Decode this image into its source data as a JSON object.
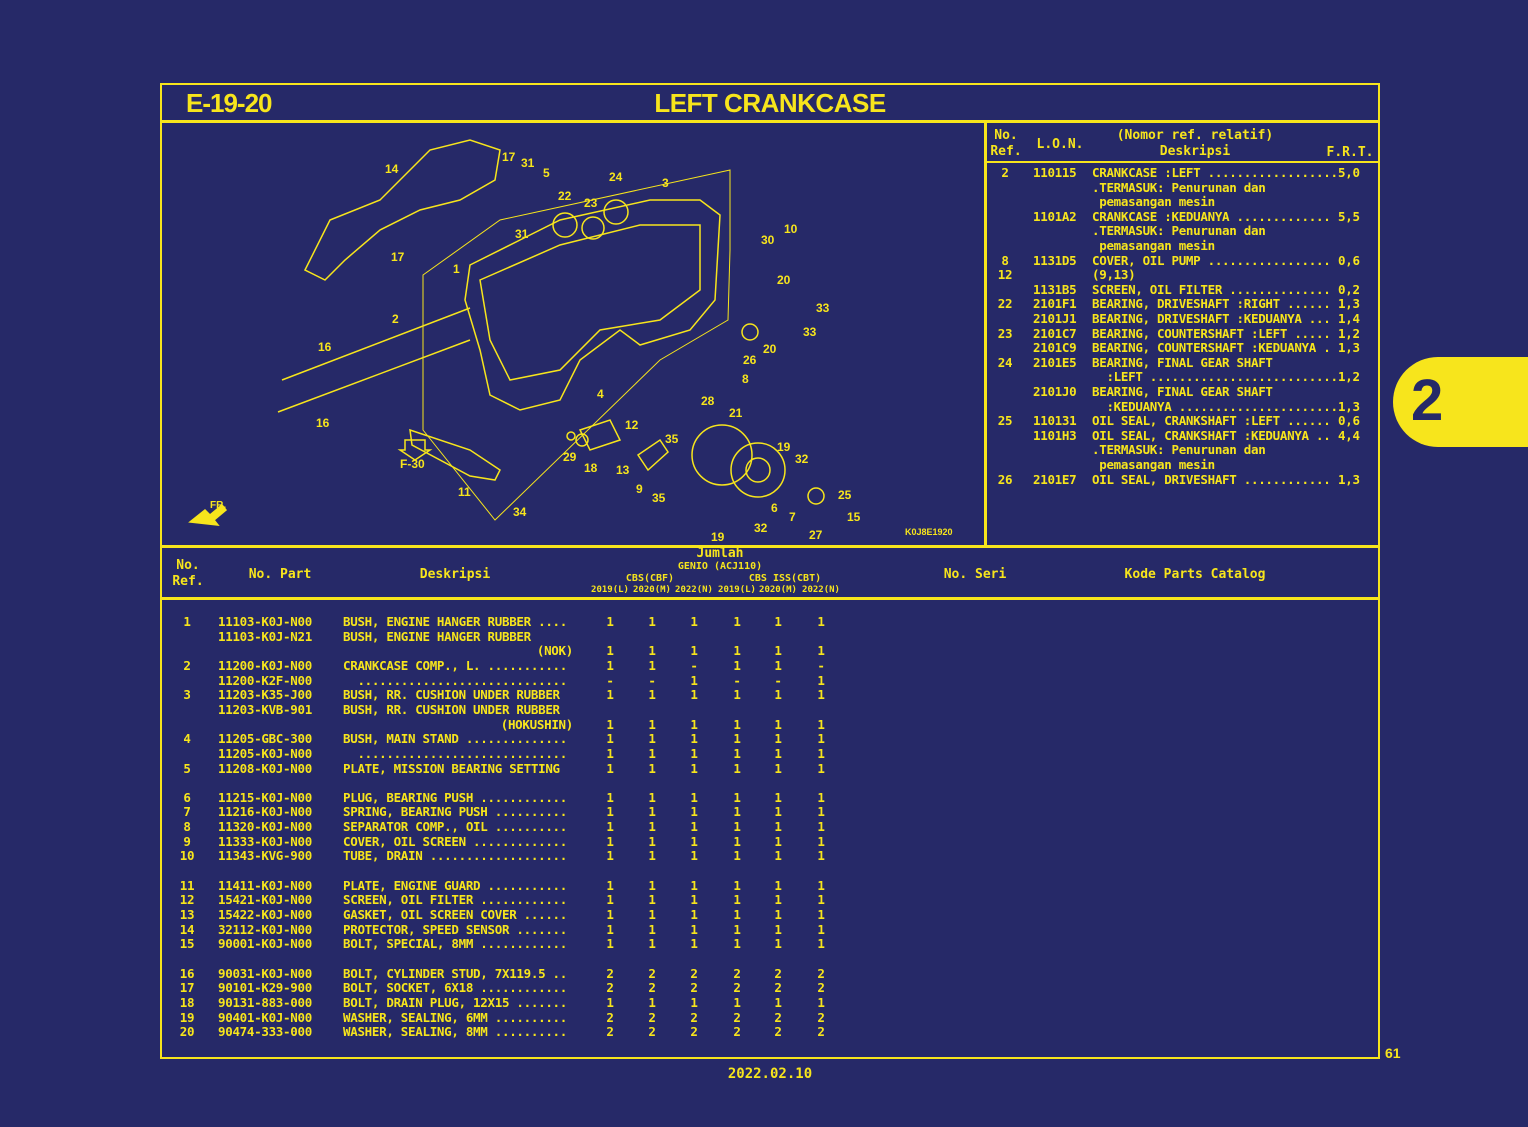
{
  "header": {
    "code": "E-19-20",
    "title": "LEFT CRANKCASE"
  },
  "side_tab": "2",
  "page_number": "61",
  "date": "2022.02.10",
  "diagram": {
    "callouts": [
      "14",
      "17",
      "31",
      "5",
      "24",
      "3",
      "22",
      "23",
      "31",
      "17",
      "10",
      "30",
      "1",
      "20",
      "33",
      "2",
      "33",
      "20",
      "26",
      "16",
      "16",
      "8",
      "4",
      "28",
      "21",
      "12",
      "35",
      "19",
      "32",
      "29",
      "18",
      "13",
      "9",
      "35",
      "F-30",
      "11",
      "25",
      "6",
      "7",
      "15",
      "34",
      "32",
      "27",
      "19"
    ],
    "figure_code": "K0J8E1920",
    "front_label": "FR."
  },
  "frt_table": {
    "headers": {
      "ref": "No.\nRef.",
      "lon": "L.O.N.",
      "desc": "(Nomor ref. relatif)\nDeskripsi",
      "frt": "F.R.T."
    },
    "lines": [
      {
        "ref": "2",
        "lon": "110115",
        "desc": "CRANKCASE :LEFT ..................",
        "frt": "5,0"
      },
      {
        "ref": "",
        "lon": "",
        "desc": ".TERMASUK: Penurunan dan",
        "frt": ""
      },
      {
        "ref": "",
        "lon": "",
        "desc": " pemasangan mesin",
        "frt": ""
      },
      {
        "ref": "",
        "lon": "1101A2",
        "desc": "CRANKCASE :KEDUANYA .............",
        "frt": "5,5"
      },
      {
        "ref": "",
        "lon": "",
        "desc": ".TERMASUK: Penurunan dan",
        "frt": ""
      },
      {
        "ref": "",
        "lon": "",
        "desc": " pemasangan mesin",
        "frt": ""
      },
      {
        "ref": "8",
        "lon": "1131D5",
        "desc": "COVER, OIL PUMP .................",
        "frt": "0,6"
      },
      {
        "ref": "12",
        "lon": "",
        "desc": "(9,13)",
        "frt": ""
      },
      {
        "ref": "",
        "lon": "1131B5",
        "desc": "SCREEN, OIL FILTER ..............",
        "frt": "0,2"
      },
      {
        "ref": "22",
        "lon": "2101F1",
        "desc": "BEARING, DRIVESHAFT :RIGHT ......",
        "frt": "1,3"
      },
      {
        "ref": "",
        "lon": "2101J1",
        "desc": "BEARING, DRIVESHAFT :KEDUANYA ...",
        "frt": "1,4"
      },
      {
        "ref": "23",
        "lon": "2101C7",
        "desc": "BEARING, COUNTERSHAFT :LEFT .....",
        "frt": "1,2"
      },
      {
        "ref": "",
        "lon": "2101C9",
        "desc": "BEARING, COUNTERSHAFT :KEDUANYA .",
        "frt": "1,3"
      },
      {
        "ref": "24",
        "lon": "2101E5",
        "desc": "BEARING, FINAL GEAR SHAFT",
        "frt": ""
      },
      {
        "ref": "",
        "lon": "",
        "desc": "  :LEFT ..........................",
        "frt": "1,2"
      },
      {
        "ref": "",
        "lon": "2101J0",
        "desc": "BEARING, FINAL GEAR SHAFT",
        "frt": ""
      },
      {
        "ref": "",
        "lon": "",
        "desc": "  :KEDUANYA ......................",
        "frt": "1,3"
      },
      {
        "ref": "25",
        "lon": "110131",
        "desc": "OIL SEAL, CRANKSHAFT :LEFT ......",
        "frt": "0,6"
      },
      {
        "ref": "",
        "lon": "1101H3",
        "desc": "OIL SEAL, CRANKSHAFT :KEDUANYA ..",
        "frt": "4,4"
      },
      {
        "ref": "",
        "lon": "",
        "desc": ".TERMASUK: Penurunan dan",
        "frt": ""
      },
      {
        "ref": "",
        "lon": "",
        "desc": " pemasangan mesin",
        "frt": ""
      },
      {
        "ref": "26",
        "lon": "2101E7",
        "desc": "OIL SEAL, DRIVESHAFT ............",
        "frt": "1,3"
      }
    ]
  },
  "parts_table": {
    "headers": {
      "ref": "No.\nRef.",
      "part": "No. Part",
      "desc": "Deskripsi",
      "qty": "Jumlah",
      "model": "GENIO (ACJ110)",
      "group1": "CBS(CBF)",
      "group2": "CBS ISS(CBT)",
      "years": [
        "2019(L)",
        "2020(M)",
        "2022(N)",
        "2019(L)",
        "2020(M)",
        "2022(N)"
      ],
      "serial": "No. Seri",
      "catalog": "Kode Parts Catalog"
    },
    "lines": [
      {
        "ref": "1",
        "part": "11103-K0J-N00",
        "desc": "BUSH, ENGINE HANGER RUBBER ....",
        "q": [
          "1",
          "1",
          "1",
          "1",
          "1",
          "1"
        ]
      },
      {
        "ref": "",
        "part": "11103-K0J-N21",
        "desc": "BUSH, ENGINE HANGER RUBBER",
        "q": null
      },
      {
        "ref": "",
        "part": "",
        "desc": "(NOK)",
        "right": true,
        "q": [
          "1",
          "1",
          "1",
          "1",
          "1",
          "1"
        ]
      },
      {
        "ref": "2",
        "part": "11200-K0J-N00",
        "desc": "CRANKCASE COMP., L. ...........",
        "q": [
          "1",
          "1",
          "-",
          "1",
          "1",
          "-"
        ]
      },
      {
        "ref": "",
        "part": "11200-K2F-N00",
        "desc": "  .............................",
        "q": [
          "-",
          "-",
          "1",
          "-",
          "-",
          "1"
        ]
      },
      {
        "ref": "3",
        "part": "11203-K35-J00",
        "desc": "BUSH, RR. CUSHION UNDER RUBBER",
        "q": [
          "1",
          "1",
          "1",
          "1",
          "1",
          "1"
        ]
      },
      {
        "ref": "",
        "part": "11203-KVB-901",
        "desc": "BUSH, RR. CUSHION UNDER RUBBER",
        "q": null
      },
      {
        "ref": "",
        "part": "",
        "desc": "(HOKUSHIN)",
        "right": true,
        "q": [
          "1",
          "1",
          "1",
          "1",
          "1",
          "1"
        ]
      },
      {
        "ref": "4",
        "part": "11205-GBC-300",
        "desc": "BUSH, MAIN STAND ..............",
        "q": [
          "1",
          "1",
          "1",
          "1",
          "1",
          "1"
        ]
      },
      {
        "ref": "",
        "part": "11205-K0J-N00",
        "desc": "  .............................",
        "q": [
          "1",
          "1",
          "1",
          "1",
          "1",
          "1"
        ]
      },
      {
        "ref": "5",
        "part": "11208-K0J-N00",
        "desc": "PLATE, MISSION BEARING SETTING",
        "q": [
          "1",
          "1",
          "1",
          "1",
          "1",
          "1"
        ]
      },
      {
        "blank": true
      },
      {
        "ref": "6",
        "part": "11215-K0J-N00",
        "desc": "PLUG, BEARING PUSH ............",
        "q": [
          "1",
          "1",
          "1",
          "1",
          "1",
          "1"
        ]
      },
      {
        "ref": "7",
        "part": "11216-K0J-N00",
        "desc": "SPRING, BEARING PUSH ..........",
        "q": [
          "1",
          "1",
          "1",
          "1",
          "1",
          "1"
        ]
      },
      {
        "ref": "8",
        "part": "11320-K0J-N00",
        "desc": "SEPARATOR COMP., OIL ..........",
        "q": [
          "1",
          "1",
          "1",
          "1",
          "1",
          "1"
        ]
      },
      {
        "ref": "9",
        "part": "11333-K0J-N00",
        "desc": "COVER, OIL SCREEN .............",
        "q": [
          "1",
          "1",
          "1",
          "1",
          "1",
          "1"
        ]
      },
      {
        "ref": "10",
        "part": "11343-KVG-900",
        "desc": "TUBE, DRAIN ...................",
        "q": [
          "1",
          "1",
          "1",
          "1",
          "1",
          "1"
        ]
      },
      {
        "blank": true
      },
      {
        "ref": "11",
        "part": "11411-K0J-N00",
        "desc": "PLATE, ENGINE GUARD ...........",
        "q": [
          "1",
          "1",
          "1",
          "1",
          "1",
          "1"
        ]
      },
      {
        "ref": "12",
        "part": "15421-K0J-N00",
        "desc": "SCREEN, OIL FILTER ............",
        "q": [
          "1",
          "1",
          "1",
          "1",
          "1",
          "1"
        ]
      },
      {
        "ref": "13",
        "part": "15422-K0J-N00",
        "desc": "GASKET, OIL SCREEN COVER ......",
        "q": [
          "1",
          "1",
          "1",
          "1",
          "1",
          "1"
        ]
      },
      {
        "ref": "14",
        "part": "32112-K0J-N00",
        "desc": "PROTECTOR, SPEED SENSOR .......",
        "q": [
          "1",
          "1",
          "1",
          "1",
          "1",
          "1"
        ]
      },
      {
        "ref": "15",
        "part": "90001-K0J-N00",
        "desc": "BOLT, SPECIAL, 8MM ............",
        "q": [
          "1",
          "1",
          "1",
          "1",
          "1",
          "1"
        ]
      },
      {
        "blank": true
      },
      {
        "ref": "16",
        "part": "90031-K0J-N00",
        "desc": "BOLT, CYLINDER STUD, 7X119.5 ..",
        "q": [
          "2",
          "2",
          "2",
          "2",
          "2",
          "2"
        ]
      },
      {
        "ref": "17",
        "part": "90101-K29-900",
        "desc": "BOLT, SOCKET, 6X18 ............",
        "q": [
          "2",
          "2",
          "2",
          "2",
          "2",
          "2"
        ]
      },
      {
        "ref": "18",
        "part": "90131-883-000",
        "desc": "BOLT, DRAIN PLUG, 12X15 .......",
        "q": [
          "1",
          "1",
          "1",
          "1",
          "1",
          "1"
        ]
      },
      {
        "ref": "19",
        "part": "90401-K0J-N00",
        "desc": "WASHER, SEALING, 6MM ..........",
        "q": [
          "2",
          "2",
          "2",
          "2",
          "2",
          "2"
        ]
      },
      {
        "ref": "20",
        "part": "90474-333-000",
        "desc": "WASHER, SEALING, 8MM ..........",
        "q": [
          "2",
          "2",
          "2",
          "2",
          "2",
          "2"
        ]
      }
    ]
  },
  "colors": {
    "background": "#262968",
    "ink": "#f7e51c"
  }
}
